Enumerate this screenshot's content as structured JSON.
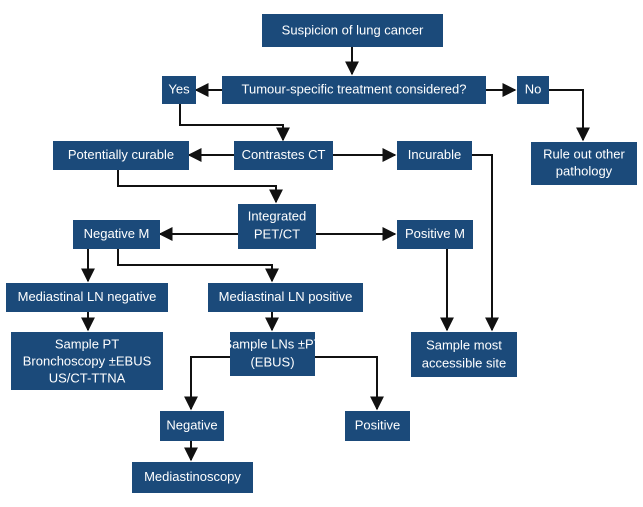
{
  "nodes": {
    "suspicion": {
      "lines": [
        "Suspicion of lung cancer"
      ]
    },
    "treatment": {
      "lines": [
        "Tumour-specific treatment considered?"
      ]
    },
    "yes": {
      "lines": [
        "Yes"
      ]
    },
    "no": {
      "lines": [
        "No"
      ]
    },
    "rule_out": {
      "lines": [
        "Rule out other",
        "pathology"
      ]
    },
    "contrast_ct": {
      "lines": [
        "Contrastes CT"
      ]
    },
    "potentially_curable": {
      "lines": [
        "Potentially curable"
      ]
    },
    "incurable": {
      "lines": [
        "Incurable"
      ]
    },
    "pet_ct": {
      "lines": [
        "Integrated",
        "PET/CT"
      ]
    },
    "negative_m": {
      "lines": [
        "Negative M"
      ]
    },
    "positive_m": {
      "lines": [
        "Positive M"
      ]
    },
    "ln_negative": {
      "lines": [
        "Mediastinal LN negative"
      ]
    },
    "ln_positive": {
      "lines": [
        "Mediastinal LN positive"
      ]
    },
    "sample_pt": {
      "lines": [
        "Sample PT",
        "Bronchoscopy ±EBUS",
        "US/CT-TTNA"
      ]
    },
    "sample_lns": {
      "lines": [
        "Sample LNs ±PT",
        "(EBUS)"
      ]
    },
    "sample_accessible": {
      "lines": [
        "Sample most",
        "accessible site"
      ]
    },
    "negative": {
      "lines": [
        "Negative"
      ]
    },
    "positive": {
      "lines": [
        "Positive"
      ]
    },
    "mediastinoscopy": {
      "lines": [
        "Mediastinoscopy"
      ]
    }
  },
  "edges": [
    [
      "suspicion",
      "treatment"
    ],
    [
      "treatment",
      "yes"
    ],
    [
      "treatment",
      "no"
    ],
    [
      "no",
      "rule_out"
    ],
    [
      "yes",
      "contrast_ct"
    ],
    [
      "contrast_ct",
      "potentially_curable"
    ],
    [
      "contrast_ct",
      "incurable"
    ],
    [
      "potentially_curable",
      "pet_ct"
    ],
    [
      "incurable",
      "sample_accessible"
    ],
    [
      "pet_ct",
      "negative_m"
    ],
    [
      "pet_ct",
      "positive_m"
    ],
    [
      "positive_m",
      "sample_accessible"
    ],
    [
      "negative_m",
      "ln_negative"
    ],
    [
      "negative_m",
      "ln_positive"
    ],
    [
      "ln_negative",
      "sample_pt"
    ],
    [
      "ln_positive",
      "sample_lns"
    ],
    [
      "sample_lns",
      "negative"
    ],
    [
      "sample_lns",
      "positive"
    ],
    [
      "negative",
      "mediastinoscopy"
    ]
  ],
  "colors": {
    "node_fill": "#1b4a7a",
    "node_text": "#ffffff",
    "edge": "#111111"
  }
}
